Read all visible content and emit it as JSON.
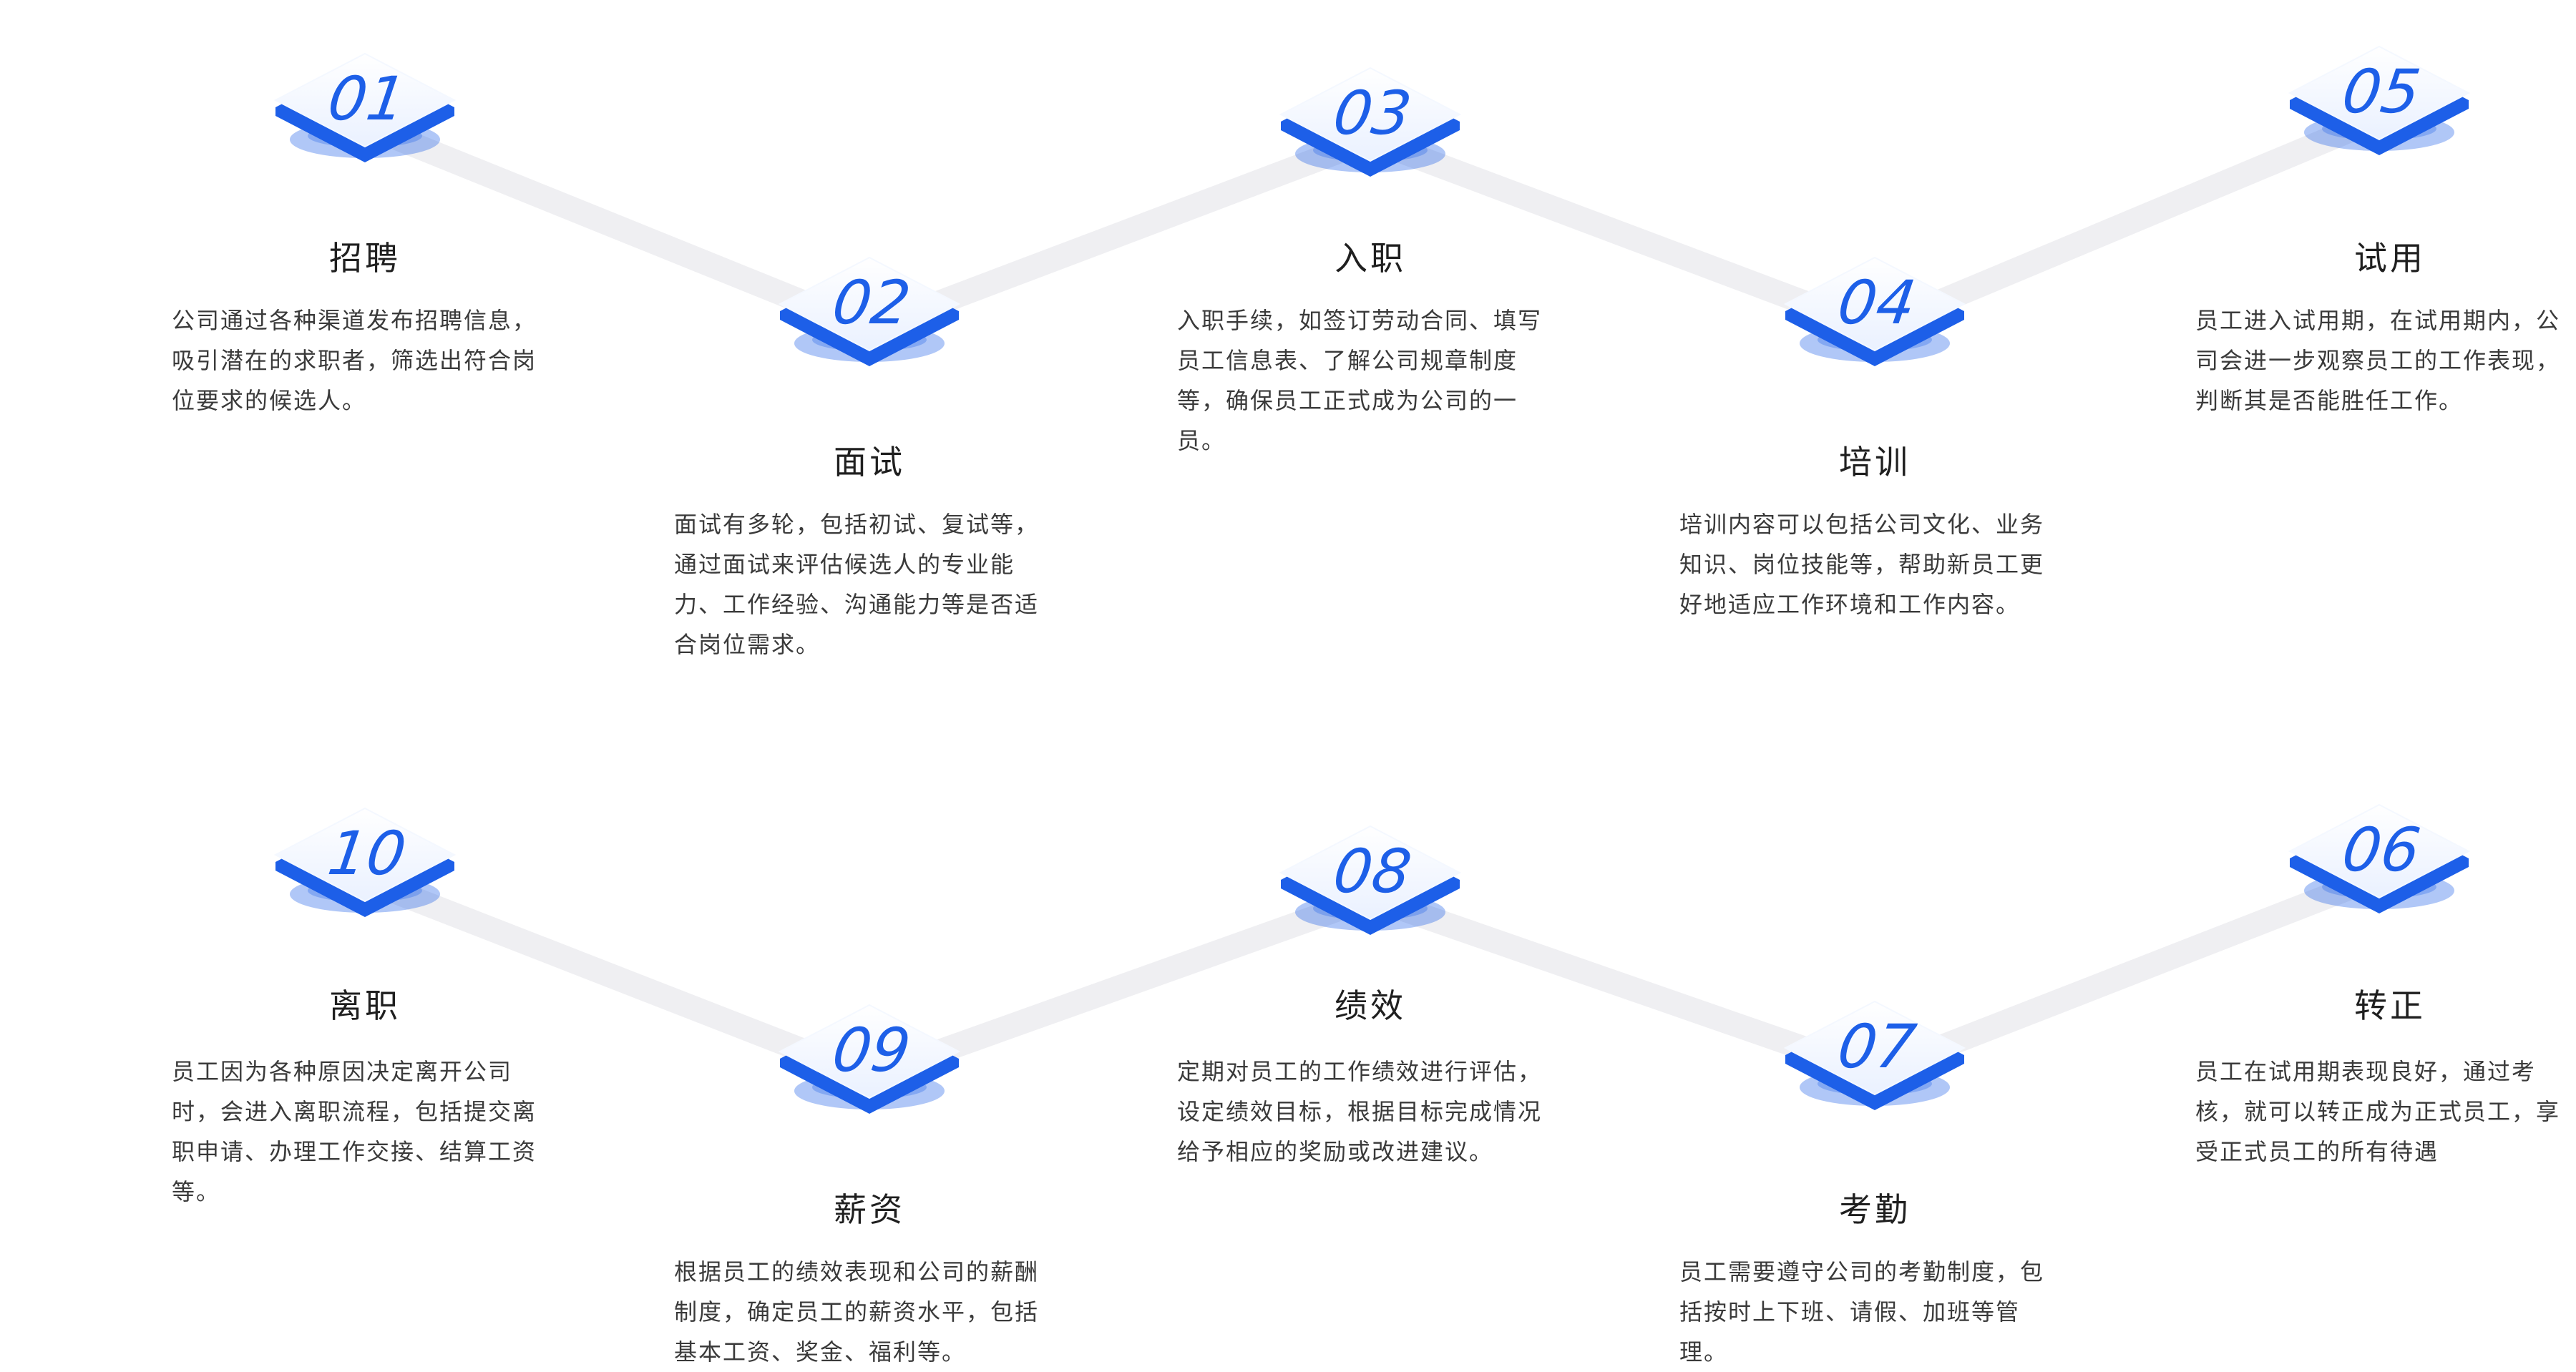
{
  "colors": {
    "accent": "#1d5fe8",
    "diamond_face": "#eaf1ff",
    "connector": "#efeff2"
  },
  "steps": [
    {
      "num": "01",
      "title": "招聘",
      "desc": "公司通过各种渠道发布招聘信息，吸引潜在的求职者，筛选出符合岗位要求的候选人。"
    },
    {
      "num": "02",
      "title": "面试",
      "desc": "面试有多轮，包括初试、复试等，通过面试来评估候选人的专业能力、工作经验、沟通能力等是否适合岗位需求。"
    },
    {
      "num": "03",
      "title": "入职",
      "desc": "入职手续，如签订劳动合同、填写员工信息表、了解公司规章制度等，确保员工正式成为公司的一员。"
    },
    {
      "num": "04",
      "title": "培训",
      "desc": "培训内容可以包括公司文化、业务知识、岗位技能等，帮助新员工更好地适应工作环境和工作内容。"
    },
    {
      "num": "05",
      "title": "试用",
      "desc": "员工进入试用期，在试用期内，公司会进一步观察员工的工作表现，判断其是否能胜任工作。"
    },
    {
      "num": "06",
      "title": "转正",
      "desc": "员工在试用期表现良好，通过考核，就可以转正成为正式员工，享受正式员工的所有待遇"
    },
    {
      "num": "07",
      "title": "考勤",
      "desc": "员工需要遵守公司的考勤制度，包括按时上下班、请假、加班等管理。"
    },
    {
      "num": "08",
      "title": "绩效",
      "desc": "定期对员工的工作绩效进行评估，设定绩效目标，根据目标完成情况给予相应的奖励或改进建议。"
    },
    {
      "num": "09",
      "title": "薪资",
      "desc": "根据员工的绩效表现和公司的薪酬制度，确定员工的薪资水平，包括基本工资、奖金、福利等。"
    },
    {
      "num": "10",
      "title": "离职",
      "desc": "员工因为各种原因决定离开公司时，会进入离职流程，包括提交离职申请、办理工作交接、结算工资等。"
    }
  ]
}
